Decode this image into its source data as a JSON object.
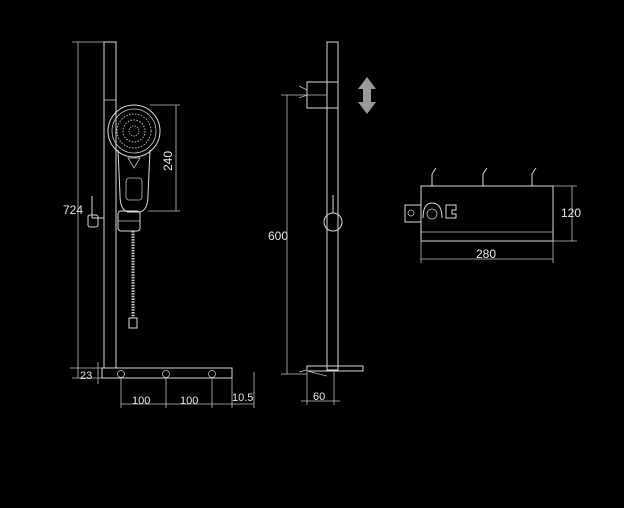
{
  "dimensions": {
    "total_height": "724",
    "handshower_height": "240",
    "bottom_offset": "23",
    "spacing_1": "100",
    "spacing_2": "100",
    "end_offset": "10.5",
    "rail_height": "600",
    "bracket_depth": "60",
    "shelf_depth": "120",
    "shelf_width": "280"
  },
  "icons": {
    "adjust": "up-down-arrow-icon"
  },
  "colors": {
    "background": "#000000",
    "line": "#d9d9d9",
    "arrow": "#9a9a9a"
  }
}
